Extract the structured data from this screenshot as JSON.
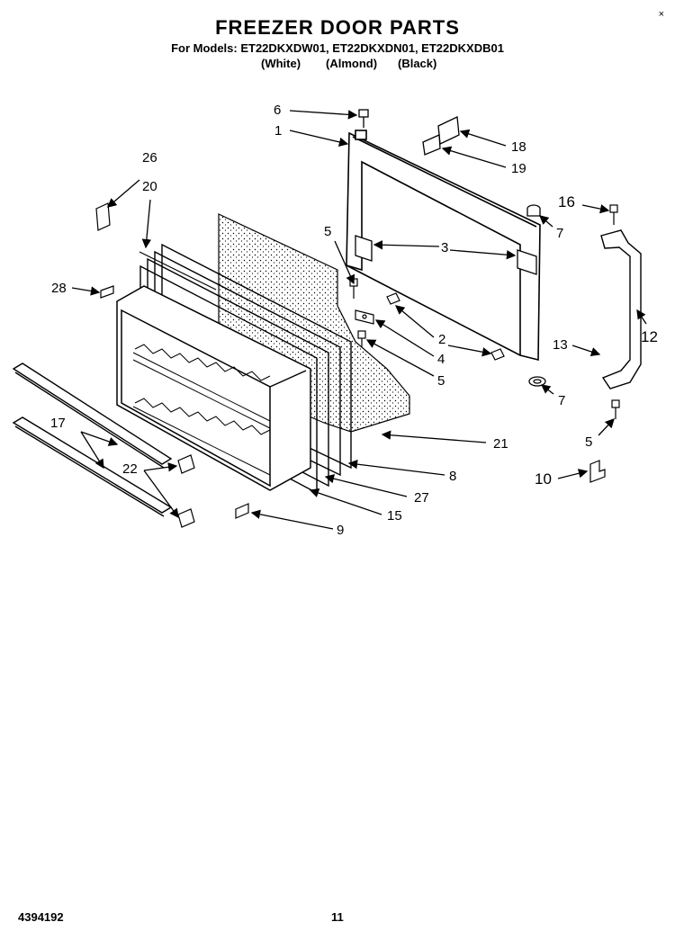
{
  "header": {
    "title": "FREEZER DOOR PARTS",
    "models_line": "For Models: ET22DKXDW01, ET22DKXDN01, ET22DKXDB01",
    "finishes": [
      "(White)",
      "(Almond)",
      "(Black)"
    ]
  },
  "close_glyph": "×",
  "callouts": [
    "6",
    "1",
    "18",
    "19",
    "26",
    "20",
    "16",
    "7",
    "5",
    "3",
    "28",
    "2",
    "4",
    "12",
    "13",
    "5",
    "7",
    "5",
    "17",
    "22",
    "21",
    "8",
    "27",
    "10",
    "15",
    "9"
  ],
  "footer": {
    "part_number": "4394192",
    "page_number": "11"
  }
}
